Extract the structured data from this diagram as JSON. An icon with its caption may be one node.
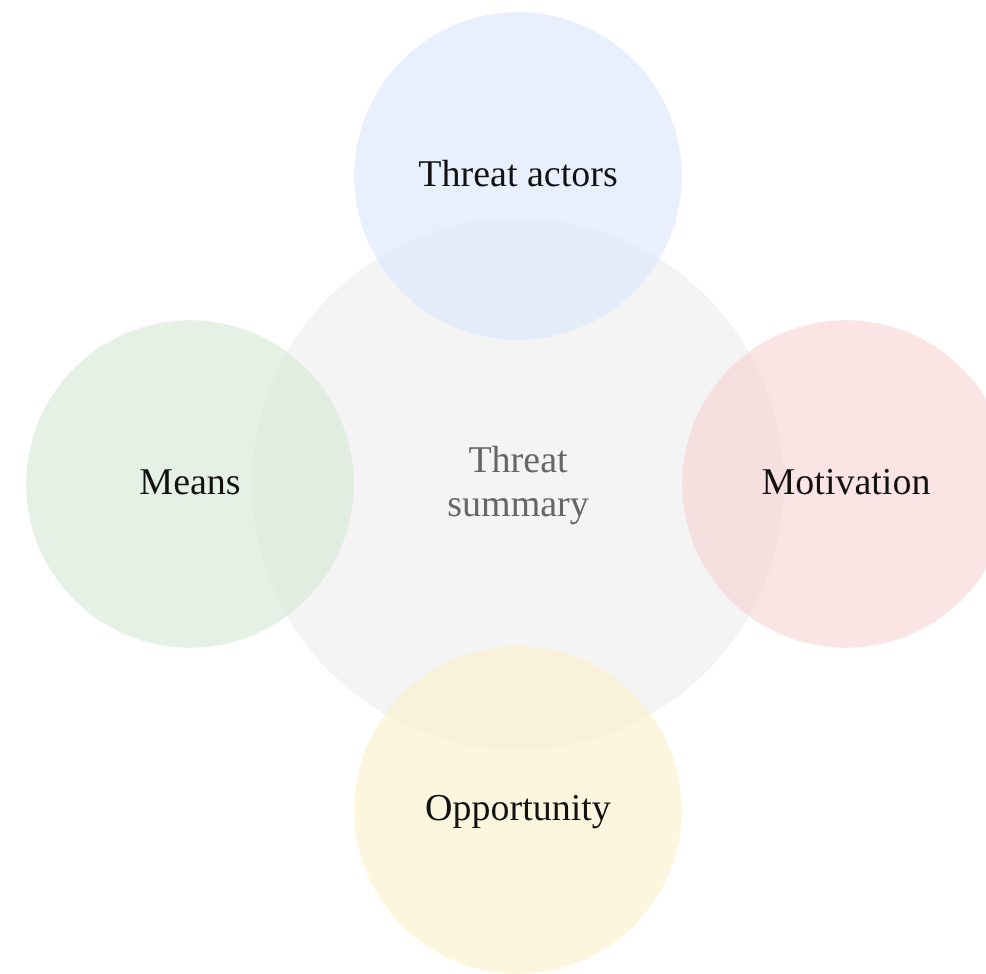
{
  "diagram": {
    "nodes": [
      {
        "text": [
          "Threat actors"
        ]
      },
      {
        "text": [
          "Means"
        ]
      },
      {
        "text": [
          "Threat summary"
        ]
      },
      {
        "text": [
          "Motivation"
        ]
      },
      {
        "text": [
          "Opportunity"
        ]
      }
    ]
  }
}
